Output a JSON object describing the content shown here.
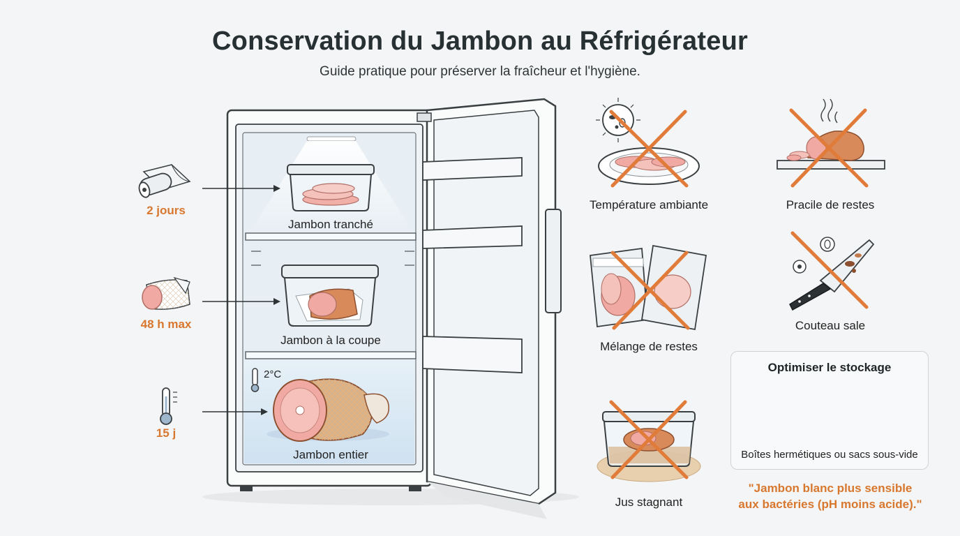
{
  "header": {
    "title": "Conservation du Jambon au Réfrigérateur",
    "subtitle": "Guide pratique pour préserver la fraîcheur et l'hygiène."
  },
  "fridge": {
    "shelves": [
      {
        "label": "Jambon tranché",
        "duration": "2 jours",
        "wrap_icon": "film-roll-icon"
      },
      {
        "label": "Jambon à la coupe",
        "duration": "48 h max",
        "wrap_icon": "wrapped-ham-icon"
      },
      {
        "label": "Jambon entier",
        "duration": "15 j",
        "wrap_icon": "thermometer-icon"
      }
    ],
    "temperature": "2°C"
  },
  "bad_practices": [
    {
      "label": "Température ambiante",
      "icon": "ham-plate-bacteria-icon"
    },
    {
      "label": "Pracile de restes",
      "icon": "ham-leftover-cutting-board-icon"
    },
    {
      "label": "Mélange de restes",
      "icon": "mixed-packages-icon"
    },
    {
      "label": "Couteau sale",
      "icon": "dirty-knife-icon"
    },
    {
      "label": "Jus stagnant",
      "icon": "stagnant-juice-container-icon"
    }
  ],
  "tips": {
    "title": "Optimiser le stockage",
    "caption": "Boîtes hermétiques ou sacs sous-vide"
  },
  "note": {
    "line1": "\"Jambon blanc plus sensible",
    "line2": "aux bactéries (pH moins acide).\""
  },
  "colors": {
    "accent": "#d8772e",
    "ham": "#f2b3ad",
    "fridge_cold": "#dceaf5",
    "outline": "#3a3f42"
  }
}
